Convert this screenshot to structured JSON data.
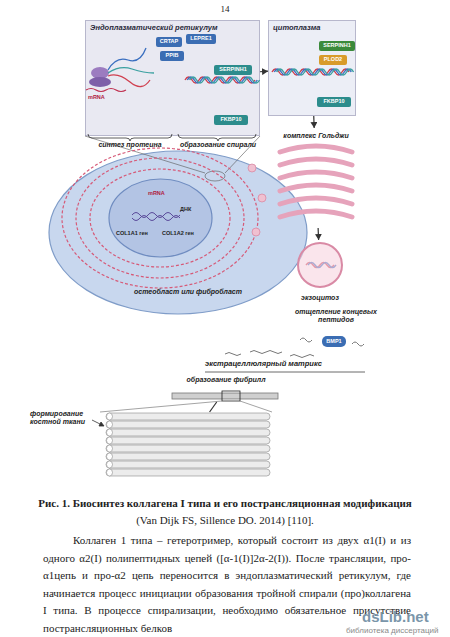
{
  "diagram": {
    "caption": "Рис. 1. Биосинтез коллагена I типа и его пострансляционная модификация",
    "nodes": [
      {
        "text": [
          "Эндоплазматический ретикулум"
        ]
      },
      {
        "text": [
          "CRTAP"
        ],
        "in": 0
      },
      {
        "text": [
          "LEPRE1"
        ],
        "in": 0
      },
      {
        "text": [
          "PPIB"
        ],
        "in": 0
      },
      {
        "text": [
          "SERPINH1"
        ],
        "in": 0
      },
      {
        "text": [
          "FKBP10"
        ],
        "in": 0
      },
      {
        "text": [
          "цитоплазма"
        ]
      },
      {
        "text": [
          "SERPINH1"
        ],
        "in": 6
      },
      {
        "text": [
          "PLOD2"
        ],
        "in": 6
      },
      {
        "text": [
          "FKBP10"
        ],
        "in": 6
      },
      {
        "text": [
          "комплекс Гольджи"
        ]
      },
      {
        "text": [
          "экзоцитоз"
        ]
      },
      {
        "text": [
          "BMP1"
        ]
      },
      {
        "text": [
          "остеобласт или фибробласт"
        ]
      },
      {
        "text": [
          "mRNA",
          "ДНК",
          "COL1A1 ген",
          "COL1A2 ген"
        ],
        "in": 13
      },
      {
        "text": [
          "образование фибрилл"
        ]
      },
      {
        "text": [
          "формирование костной ткани"
        ]
      }
    ],
    "edges": [
      {
        "from": 0,
        "to": 6,
        "arrow": "to"
      },
      {
        "from": 6,
        "to": 10,
        "arrow": "to"
      },
      {
        "from": 10,
        "to": 11,
        "arrow": "to"
      },
      {
        "from": 15,
        "to": 16,
        "arrow": "none"
      }
    ],
    "labels": [
      "14",
      "синтез протеина",
      "образование спирали",
      "mRNA",
      "отщепление концевых пептидов",
      "экстрацеллюлярный матрикс",
      "(Van Dijk FS, Sillence DO. 2014) [110].",
      "Коллаген 1 типа – гетеротример, который состоит из двух α1(I) и из одного α2(I) полипептидных цепей ([α-1(I)]2α-2(I)). После трансляции, про-α1цепь и про-α2 цепь переносится в эндоплазматический ретикулум, где начинается процесс инициации образования тройной спирали (про)коллагена I типа. В процессе спирализации, необходимо обязательное присутствие пострансляционных белков",
      "dsLib.net",
      "библиотека диссертаций"
    ]
  }
}
